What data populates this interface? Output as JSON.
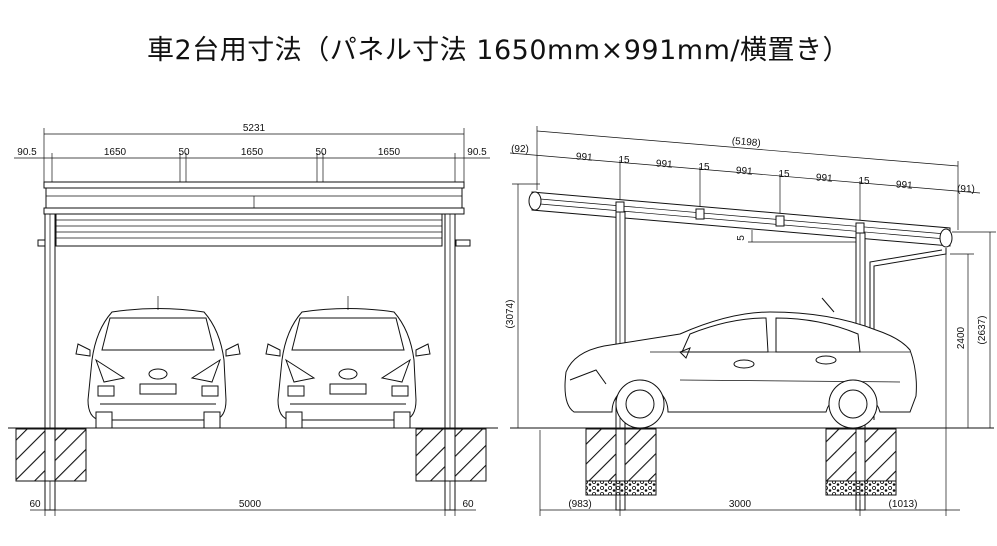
{
  "title": "車2台用寸法（パネル寸法 1650mm×991mm/横置き）",
  "front_view": {
    "total_width": "5231",
    "left_edge": "90.5",
    "right_edge": "90.5",
    "panels": [
      "1650",
      "1650",
      "1650"
    ],
    "gaps": [
      "50",
      "50"
    ],
    "bottom_left": "60",
    "bottom_span": "5000",
    "bottom_right": "60"
  },
  "side_view": {
    "total_length": "(5198)",
    "left_overhang": "(92)",
    "right_overhang": "(91)",
    "panels": [
      "991",
      "991",
      "991",
      "991",
      "991"
    ],
    "gaps": [
      "15",
      "15",
      "15",
      "15"
    ],
    "slope_label": "5",
    "height_total": "(3074)",
    "height_low": "2400",
    "height_low_total": "(2637)",
    "bottom_left": "(983)",
    "bottom_span": "3000",
    "bottom_right": "(1013)"
  }
}
